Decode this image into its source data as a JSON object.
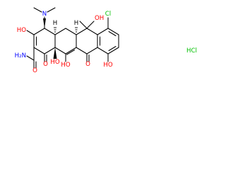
{
  "colors": {
    "bond": "#000000",
    "oxygen": "#ff0000",
    "nitrogen": "#0000ff",
    "chlorine": "#00c000",
    "carbon_label": "#000000",
    "background": "#ffffff"
  },
  "structure": {
    "atom_labels": {
      "n_dimethylamino": "N",
      "oh_c3": "HO",
      "amide_n": "H₂N",
      "amide_o": "O",
      "o_c1": "O",
      "oh_c12a": "HO",
      "oh_c12": "HO",
      "o_c11": "O",
      "oh_c10": "HO",
      "oh_c6": "OH",
      "cl": "Cl",
      "hcl": "HCl"
    },
    "stereo_hydrogens": [
      "H",
      "H"
    ]
  }
}
